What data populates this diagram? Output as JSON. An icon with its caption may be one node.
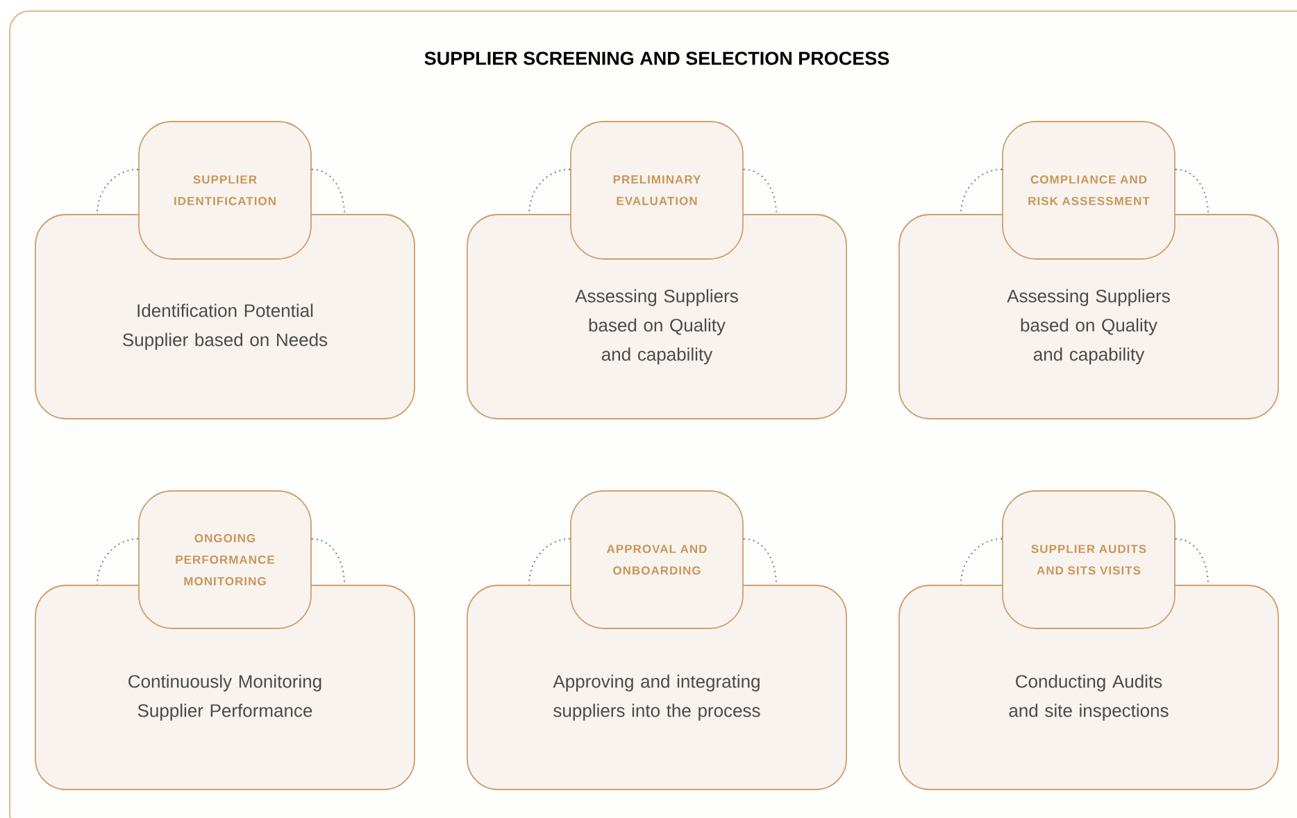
{
  "diagram": {
    "title": "SUPPLIER SCREENING AND SELECTION PROCESS",
    "nodes": [
      {
        "text": [
          "SUPPLIER IDENTIFICATION"
        ]
      },
      {
        "text": [
          "Identification Potential Supplier based on Needs"
        ]
      },
      {
        "text": [
          "PRELIMINARY EVALUATION"
        ]
      },
      {
        "text": [
          "Assessing Suppliers based on Quality and capability"
        ]
      },
      {
        "text": [
          "COMPLIANCE AND RISK ASSESSMENT"
        ]
      },
      {
        "text": [
          "Assessing Suppliers based on Quality and capability"
        ]
      },
      {
        "text": [
          "ONGOING PERFORMANCE MONITORING"
        ]
      },
      {
        "text": [
          "Continuously Monitoring Supplier Performance"
        ]
      },
      {
        "text": [
          "APPROVAL AND ONBOARDING"
        ]
      },
      {
        "text": [
          "Approving and integrating suppliers into the process"
        ]
      },
      {
        "text": [
          "SUPPLIER AUDITS AND SITS VISITS"
        ]
      },
      {
        "text": [
          "Conducting Audits and site inspections"
        ]
      }
    ],
    "edges": [
      {
        "from": 0,
        "to": 1,
        "arrow": "none"
      },
      {
        "from": 0,
        "to": 1,
        "arrow": "none"
      },
      {
        "from": 2,
        "to": 3,
        "arrow": "none"
      },
      {
        "from": 2,
        "to": 3,
        "arrow": "none"
      },
      {
        "from": 4,
        "to": 5,
        "arrow": "none"
      },
      {
        "from": 4,
        "to": 5,
        "arrow": "none"
      },
      {
        "from": 6,
        "to": 7,
        "arrow": "none"
      },
      {
        "from": 6,
        "to": 7,
        "arrow": "none"
      },
      {
        "from": 8,
        "to": 9,
        "arrow": "none"
      },
      {
        "from": 8,
        "to": 9,
        "arrow": "none"
      },
      {
        "from": 10,
        "to": 11,
        "arrow": "none"
      },
      {
        "from": 10,
        "to": 11,
        "arrow": "none"
      }
    ]
  }
}
